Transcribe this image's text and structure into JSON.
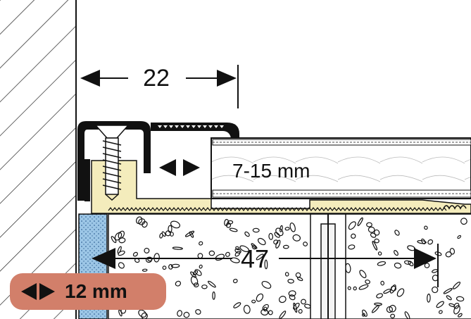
{
  "dimensions": {
    "wall_gap": "22",
    "floor_thickness": "7-15 mm",
    "profile_width": "47"
  },
  "badge": {
    "label": "12 mm",
    "icon": "double-arrow-icon"
  },
  "colors": {
    "insulation": "#9cc6e6",
    "adhesive": "#f4ecbc",
    "badge": "#d27f6a"
  }
}
